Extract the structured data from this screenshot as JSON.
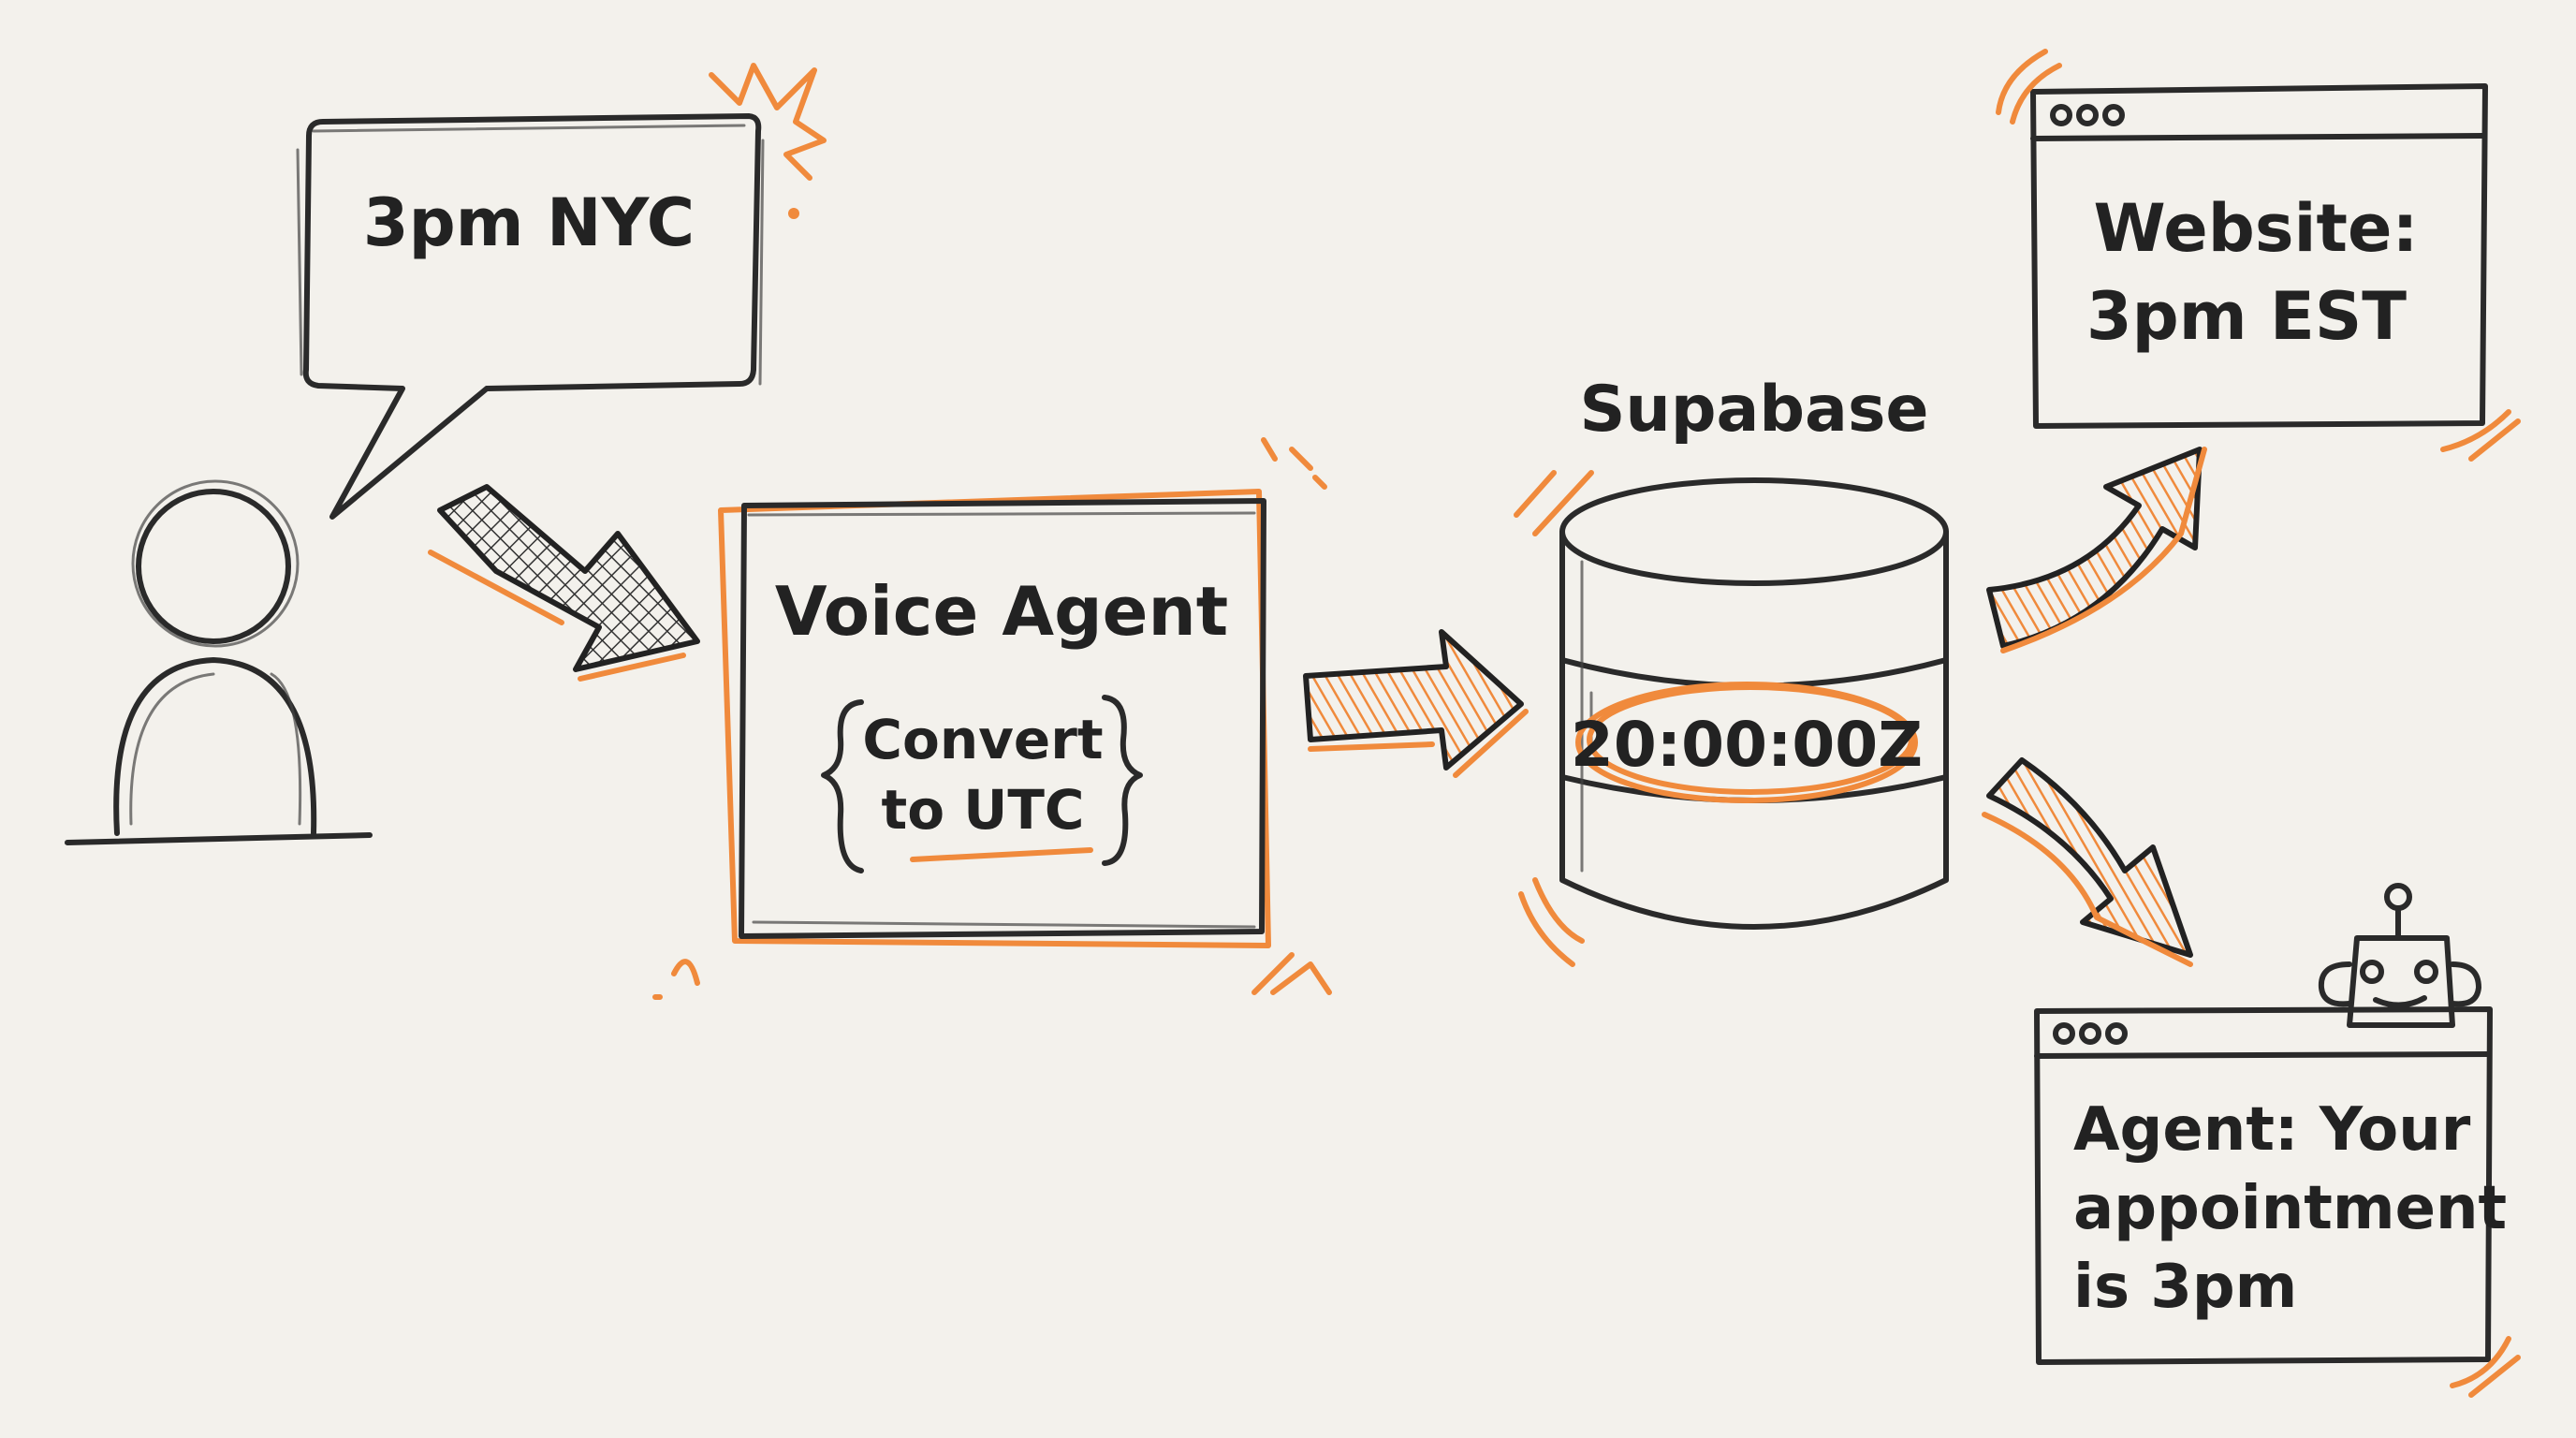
{
  "speech_bubble": {
    "text": "3pm NYC"
  },
  "voice_agent": {
    "title": "Voice Agent",
    "note_line1": "Convert",
    "note_line2": "to UTC"
  },
  "database": {
    "label": "Supabase",
    "value": "20:00:00Z"
  },
  "website_window": {
    "line1": "Website:",
    "line2": "3pm EST"
  },
  "agent_window": {
    "line1": "Agent: Your",
    "line2": "appointment",
    "line3": "is 3pm"
  },
  "colors": {
    "accent": "#f08a3c",
    "ink": "#2a2a2a",
    "background": "#f3f1ec"
  }
}
